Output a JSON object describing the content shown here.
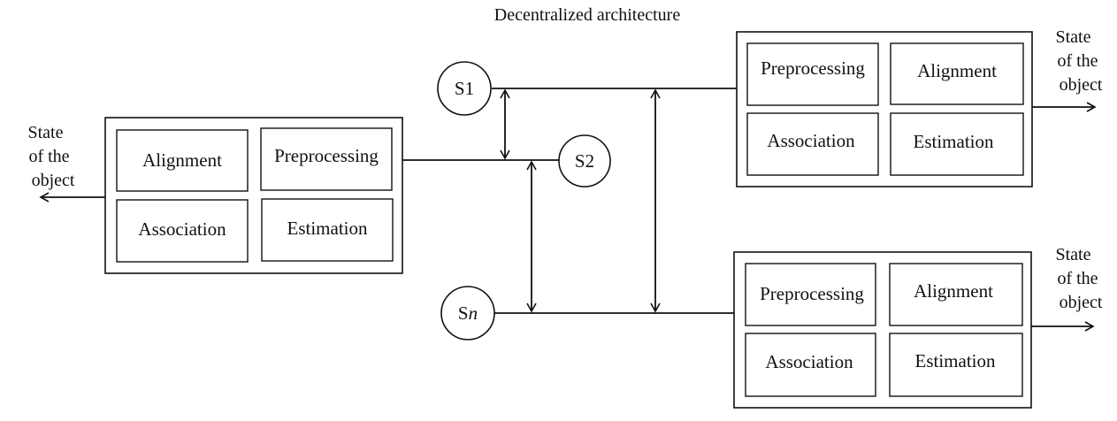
{
  "title": "Decentralized architecture",
  "nodes": {
    "s1": {
      "prefix": "S",
      "suffix": "1"
    },
    "s2": {
      "prefix": "S",
      "suffix": "2"
    },
    "sn": {
      "prefix": "S",
      "suffix": "n"
    }
  },
  "modules": {
    "left": {
      "alignment": "Alignment",
      "preprocessing": "Preprocessing",
      "association": "Association",
      "estimation": "Estimation",
      "output": [
        "State",
        "of the",
        "object"
      ]
    },
    "top_right": {
      "preprocessing": "Preprocessing",
      "alignment": "Alignment",
      "association": "Association",
      "estimation": "Estimation",
      "output": [
        "State",
        "of the",
        "object"
      ]
    },
    "bottom_right": {
      "preprocessing": "Preprocessing",
      "alignment": "Alignment",
      "association": "Association",
      "estimation": "Estimation",
      "output": [
        "State",
        "of the",
        "object"
      ]
    }
  },
  "colors": {
    "stroke": "#111111",
    "background": "#ffffff"
  }
}
